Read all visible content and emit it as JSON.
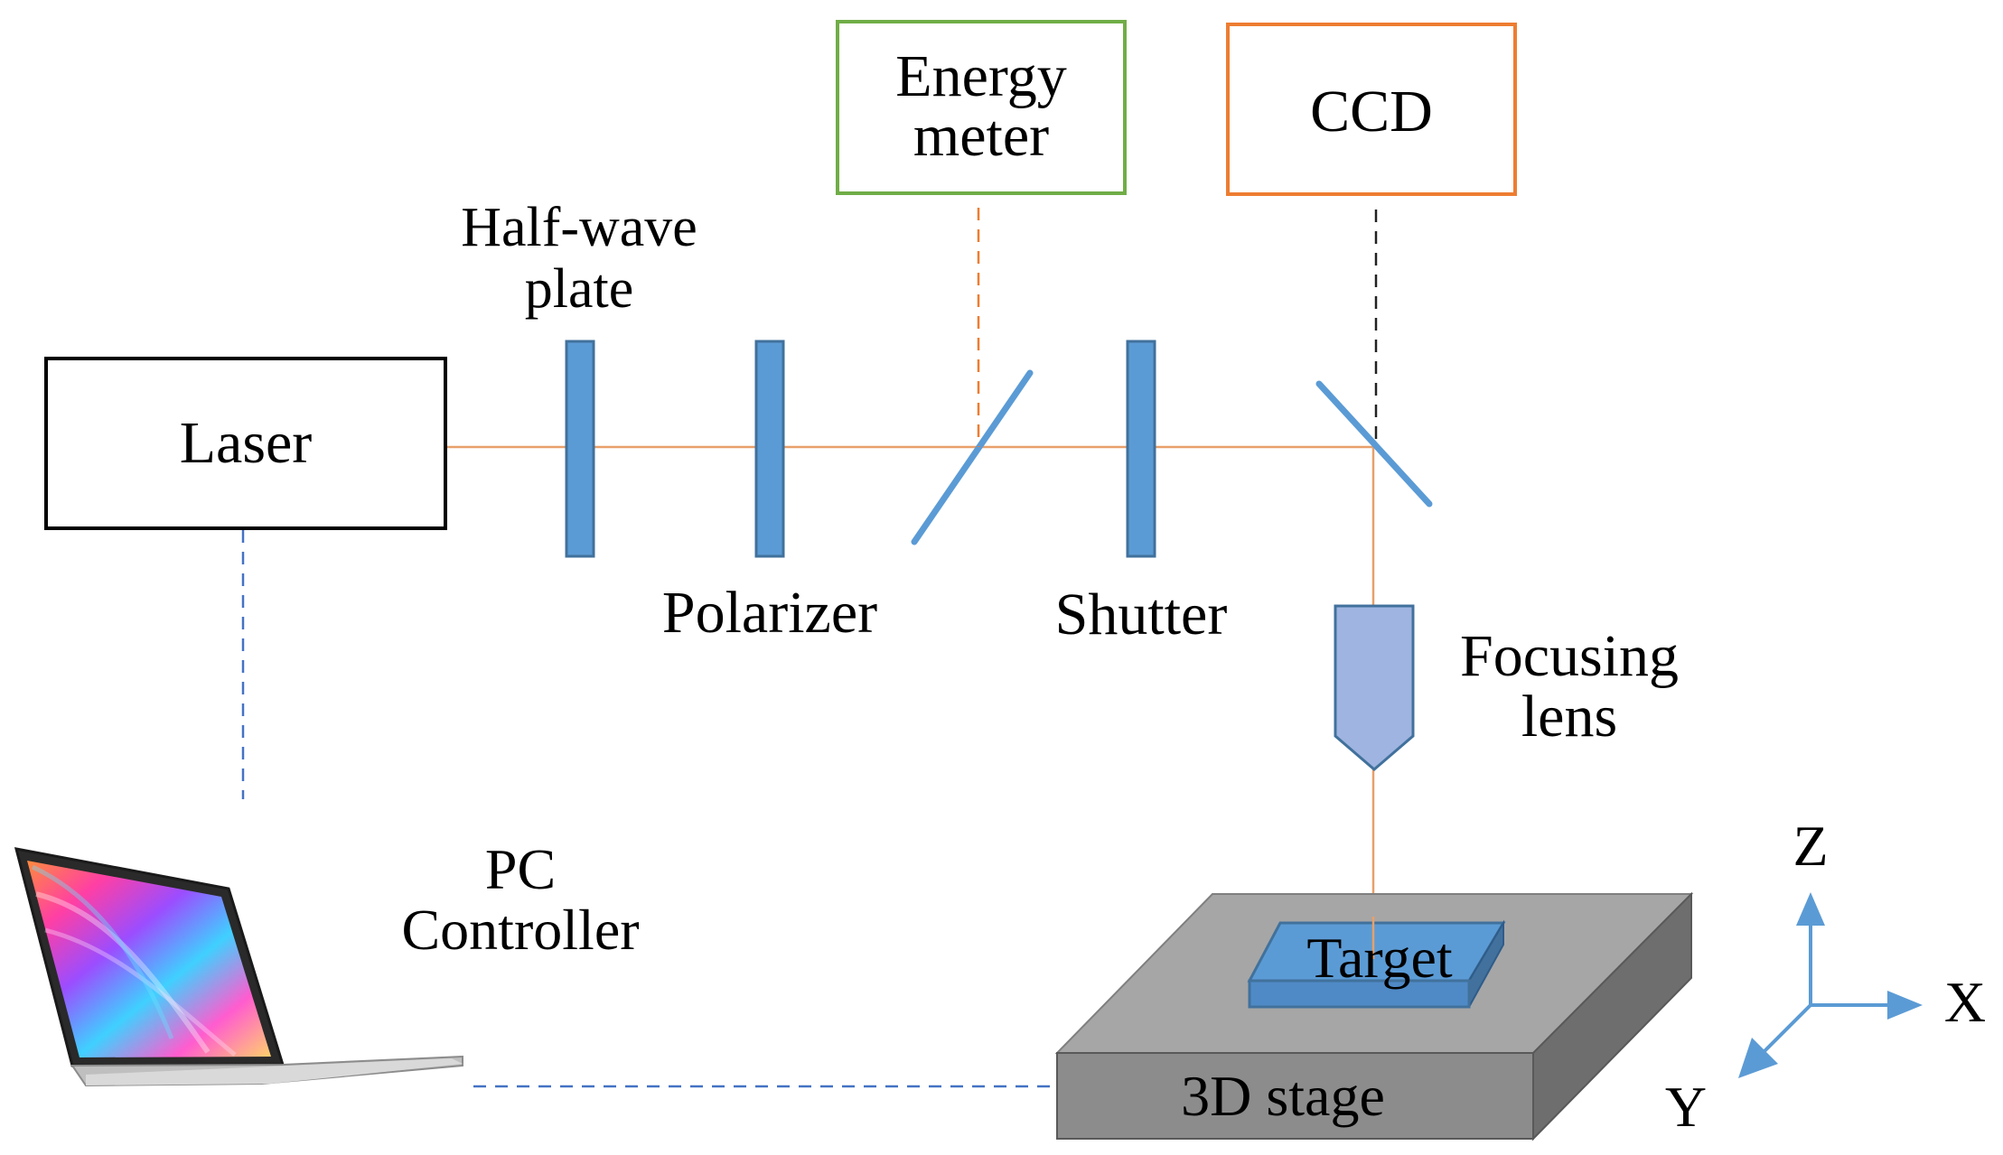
{
  "labels": {
    "laser": "Laser",
    "half_wave_plate": [
      "Half-wave",
      "plate"
    ],
    "polarizer": "Polarizer",
    "energy_meter": [
      "Energy",
      "meter"
    ],
    "shutter": "Shutter",
    "ccd": "CCD",
    "focusing_lens": [
      "Focusing",
      "lens"
    ],
    "pc_controller": [
      "PC",
      "Controller"
    ],
    "target": "Target",
    "stage": "3D stage",
    "axis_z": "Z",
    "axis_x": "X",
    "axis_y": "Y"
  },
  "colors": {
    "beam": "#e8a06a",
    "optic": "#5b9bd5",
    "optic_edge": "#41719c",
    "energy_meter_border": "#70ad47",
    "ccd_border": "#ed7d31",
    "laser_link": "#4472c4",
    "stage_top": "#a6a6a6",
    "stage_front": "#8c8c8c",
    "stage_side": "#6e6e6e",
    "target_top": "#5b9bd5",
    "lens_fill": "#9fb4e0",
    "axis": "#5b9bd5"
  }
}
